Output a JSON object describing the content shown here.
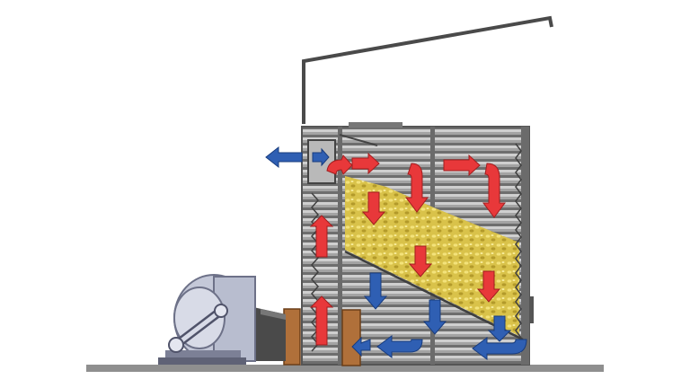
{
  "diagram": {
    "colors": {
      "hot_air": "#e8383a",
      "cool_air": "#2f5fb3",
      "grain": "#d9c24a",
      "grain_dark": "#b39a2a",
      "wall": "#9b9b9b",
      "wall_dark": "#5e5e5e",
      "wall_light": "#c9c9c9",
      "fan_body": "#c4c8d8",
      "fan_dark": "#7c8096",
      "wood": "#b0703a",
      "ground": "#8a8a8a"
    },
    "icons": {
      "hot_air_arrow": "arrow-red",
      "exhaust_air_arrow": "arrow-blue",
      "fan": "centrifugal-fan"
    }
  }
}
